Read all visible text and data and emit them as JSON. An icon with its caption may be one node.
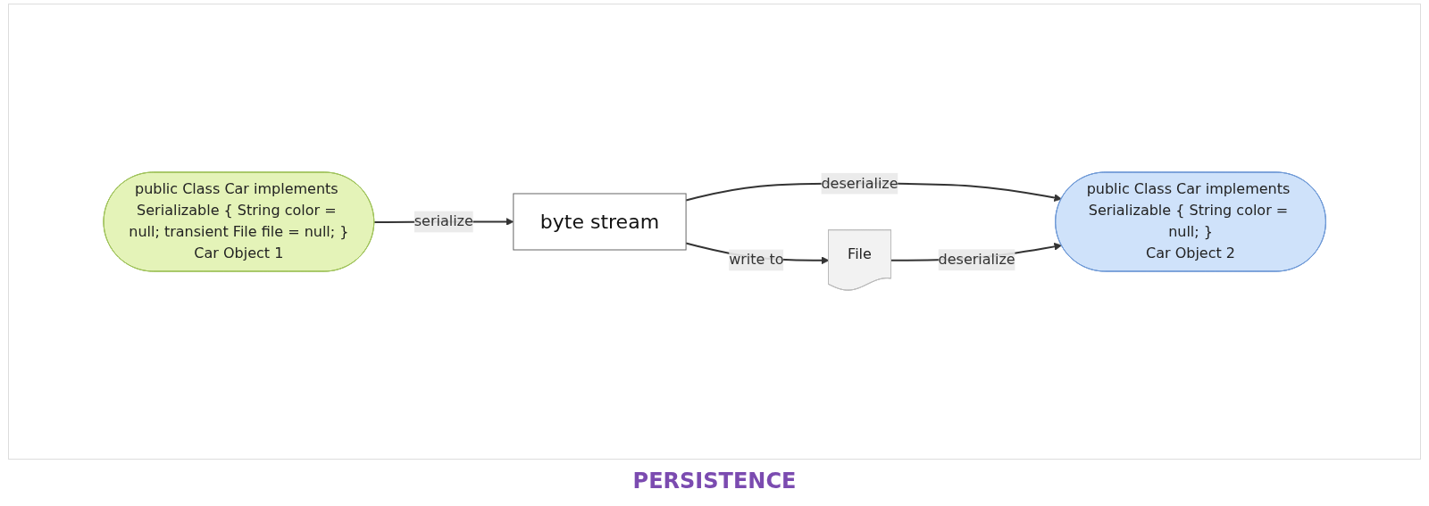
{
  "diagram": {
    "caption": "PERSISTENCE",
    "nodes": [
      {
        "text": [
          "public Class Car implements Serializable { String color = null; transient File file = null; }",
          "Car Object 1"
        ]
      },
      {
        "text": [
          "byte stream"
        ]
      },
      {
        "text": [
          "File"
        ]
      },
      {
        "text": [
          "public Class Car implements Serializable { String color = null; }",
          "Car Object 2"
        ]
      }
    ],
    "edges": [
      {
        "from": 0,
        "to": 1,
        "label": "serialize",
        "arrow": "to"
      },
      {
        "from": 1,
        "to": 2,
        "label": "write to",
        "arrow": "to"
      },
      {
        "from": 1,
        "to": 3,
        "label": "deserialize",
        "arrow": "to"
      },
      {
        "from": 2,
        "to": 3,
        "label": "deserialize",
        "arrow": "to"
      }
    ]
  }
}
